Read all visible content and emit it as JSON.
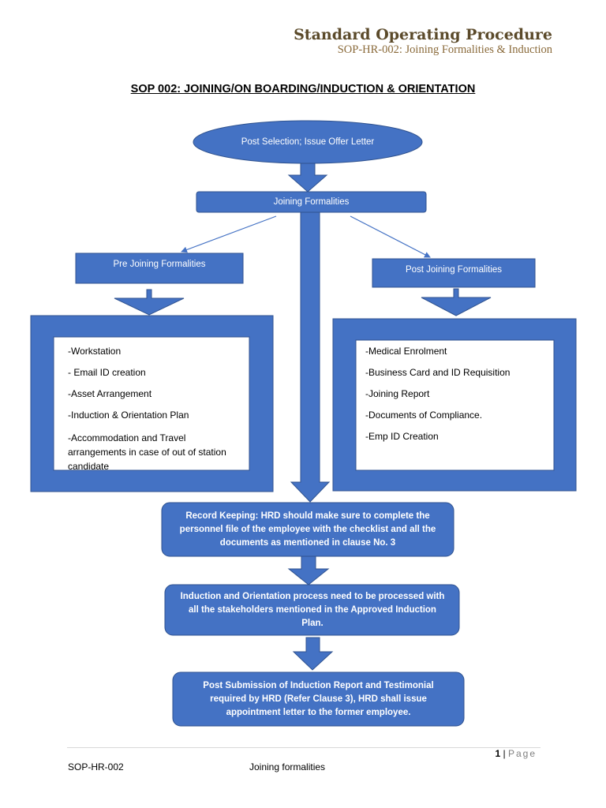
{
  "header": {
    "title": "Standard Operating Procedure",
    "subtitle": "SOP-HR-002: Joining Formalities & Induction"
  },
  "document": {
    "title": "SOP 002: JOINING/ON BOARDING/INDUCTION & ORIENTATION"
  },
  "flowchart": {
    "fill_color": "#4472c4",
    "border_color": "#2f528f",
    "start": "Post Selection; Issue Offer Letter",
    "joining": "Joining Formalities",
    "pre_joining": "Pre Joining Formalities",
    "post_joining": "Post Joining Formalities",
    "pre_items": [
      "-Workstation",
      " - Email ID creation",
      " -Asset Arrangement",
      " -Induction & Orientation Plan",
      " -Accommodation and Travel arrangements in case of out of station candidate"
    ],
    "post_items": [
      "-Medical Enrolment",
      "-Business Card and ID Requisition",
      "-Joining Report",
      " -Documents of Compliance.",
      "-Emp ID Creation"
    ],
    "record_keeping": "Record Keeping: HRD should make sure to complete the personnel file of the employee with the checklist and all the documents as mentioned in clause No. 3",
    "induction": "Induction and Orientation process need to be processed with all the stakeholders mentioned in the Approved Induction Plan.",
    "post_submission": "Post Submission of Induction Report and Testimonial required by HRD (Refer Clause 3), HRD shall issue appointment letter to the former employee."
  },
  "footer": {
    "page_number": "1",
    "page_separator": " | ",
    "page_label": "Page",
    "code": "SOP-HR-002",
    "name": "Joining formalities"
  }
}
